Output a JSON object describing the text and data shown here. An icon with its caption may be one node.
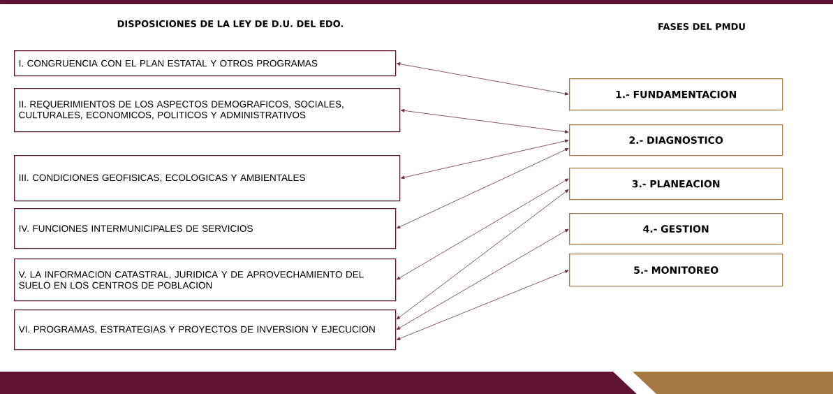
{
  "diagram": {
    "nodes": [
      {
        "text": [
          "I. CONGRUENCIA CON EL PLAN ESTATAL Y OTROS PROGRAMAS"
        ]
      },
      {
        "text": [
          "II. REQUERIMIENTOS DE LOS ASPECTOS DEMOGRAFICOS, SOCIALES, CULTURALES, ECONOMICOS, POLITICOS Y ADMINISTRATIVOS"
        ]
      },
      {
        "text": [
          "III.  CONDICIONES GEOFISICAS, ECOLOGICAS Y AMBIENTALES"
        ]
      },
      {
        "text": [
          "IV. FUNCIONES INTERMUNICIPALES DE SERVICIOS"
        ]
      },
      {
        "text": [
          "V. LA INFORMACION CATASTRAL, JURIDICA Y DE APROVECHAMIENTO DEL SUELO EN LOS CENTROS DE POBLACION"
        ]
      },
      {
        "text": [
          "VI. PROGRAMAS, ESTRATEGIAS Y PROYECTOS DE INVERSION Y EJECUCION"
        ]
      },
      {
        "text": [
          "1.- FUNDAMENTACION"
        ]
      },
      {
        "text": [
          "2.- DIAGNOSTICO"
        ]
      },
      {
        "text": [
          "3.- PLANEACION"
        ]
      },
      {
        "text": [
          "4.- GESTION"
        ]
      },
      {
        "text": [
          "5.- MONITOREO"
        ]
      }
    ],
    "edges": [
      {
        "from": 0,
        "to": 6,
        "arrow": "both"
      },
      {
        "from": 1,
        "to": 7,
        "arrow": "both"
      },
      {
        "from": 2,
        "to": 7,
        "arrow": "both"
      },
      {
        "from": 3,
        "to": 7,
        "arrow": "both"
      },
      {
        "from": 4,
        "to": 8,
        "arrow": "both"
      },
      {
        "from": 5,
        "to": 8,
        "arrow": "both"
      },
      {
        "from": 5,
        "to": 9,
        "arrow": "both"
      },
      {
        "from": 5,
        "to": 10,
        "arrow": "both"
      }
    ],
    "labels": [
      "DISPOSICIONES DE LA LEY DE D.U. DEL EDO.",
      "FASES DEL PMDU"
    ]
  }
}
